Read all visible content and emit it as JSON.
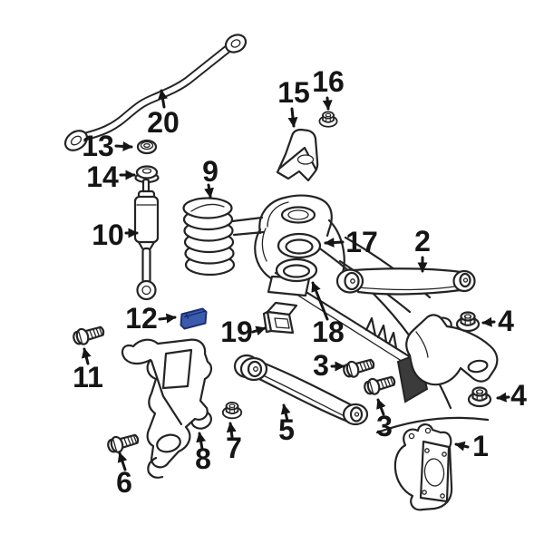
{
  "diagram": {
    "type": "exploded-parts-diagram",
    "subject": "front-suspension-components",
    "background_color": "#ffffff",
    "line_color": "#242424",
    "label_color": "#151515",
    "highlighted_part": {
      "callout": "12",
      "fill_color": "#3b5cad",
      "outline_color": "#1e2f74"
    },
    "callouts": [
      {
        "label": "1",
        "part": "steering-knuckle"
      },
      {
        "label": "2",
        "part": "upper-control-arm"
      },
      {
        "label": "3",
        "part": "control-arm-bolt-front"
      },
      {
        "label": "3",
        "part": "control-arm-bolt-rear"
      },
      {
        "label": "4",
        "part": "control-arm-nut-upper"
      },
      {
        "label": "4",
        "part": "control-arm-nut-lower"
      },
      {
        "label": "5",
        "part": "lower-control-arm"
      },
      {
        "label": "6",
        "part": "bracket-bolt-lower"
      },
      {
        "label": "7",
        "part": "bracket-nut"
      },
      {
        "label": "8",
        "part": "grommet"
      },
      {
        "label": "9",
        "part": "coil-spring"
      },
      {
        "label": "10",
        "part": "shock-absorber"
      },
      {
        "label": "11",
        "part": "bracket-bolt-upper"
      },
      {
        "label": "12",
        "part": "spring-plate-highlighted"
      },
      {
        "label": "13",
        "part": "shock-stem-nut"
      },
      {
        "label": "14",
        "part": "shock-bushing"
      },
      {
        "label": "15",
        "part": "shock-upper-bracket"
      },
      {
        "label": "16",
        "part": "bracket-stem-nut"
      },
      {
        "label": "17",
        "part": "spring-isolator-upper"
      },
      {
        "label": "18",
        "part": "spring-isolator-lower"
      },
      {
        "label": "19",
        "part": "bump-stop"
      },
      {
        "label": "20",
        "part": "stabilizer-track-bar"
      }
    ]
  }
}
